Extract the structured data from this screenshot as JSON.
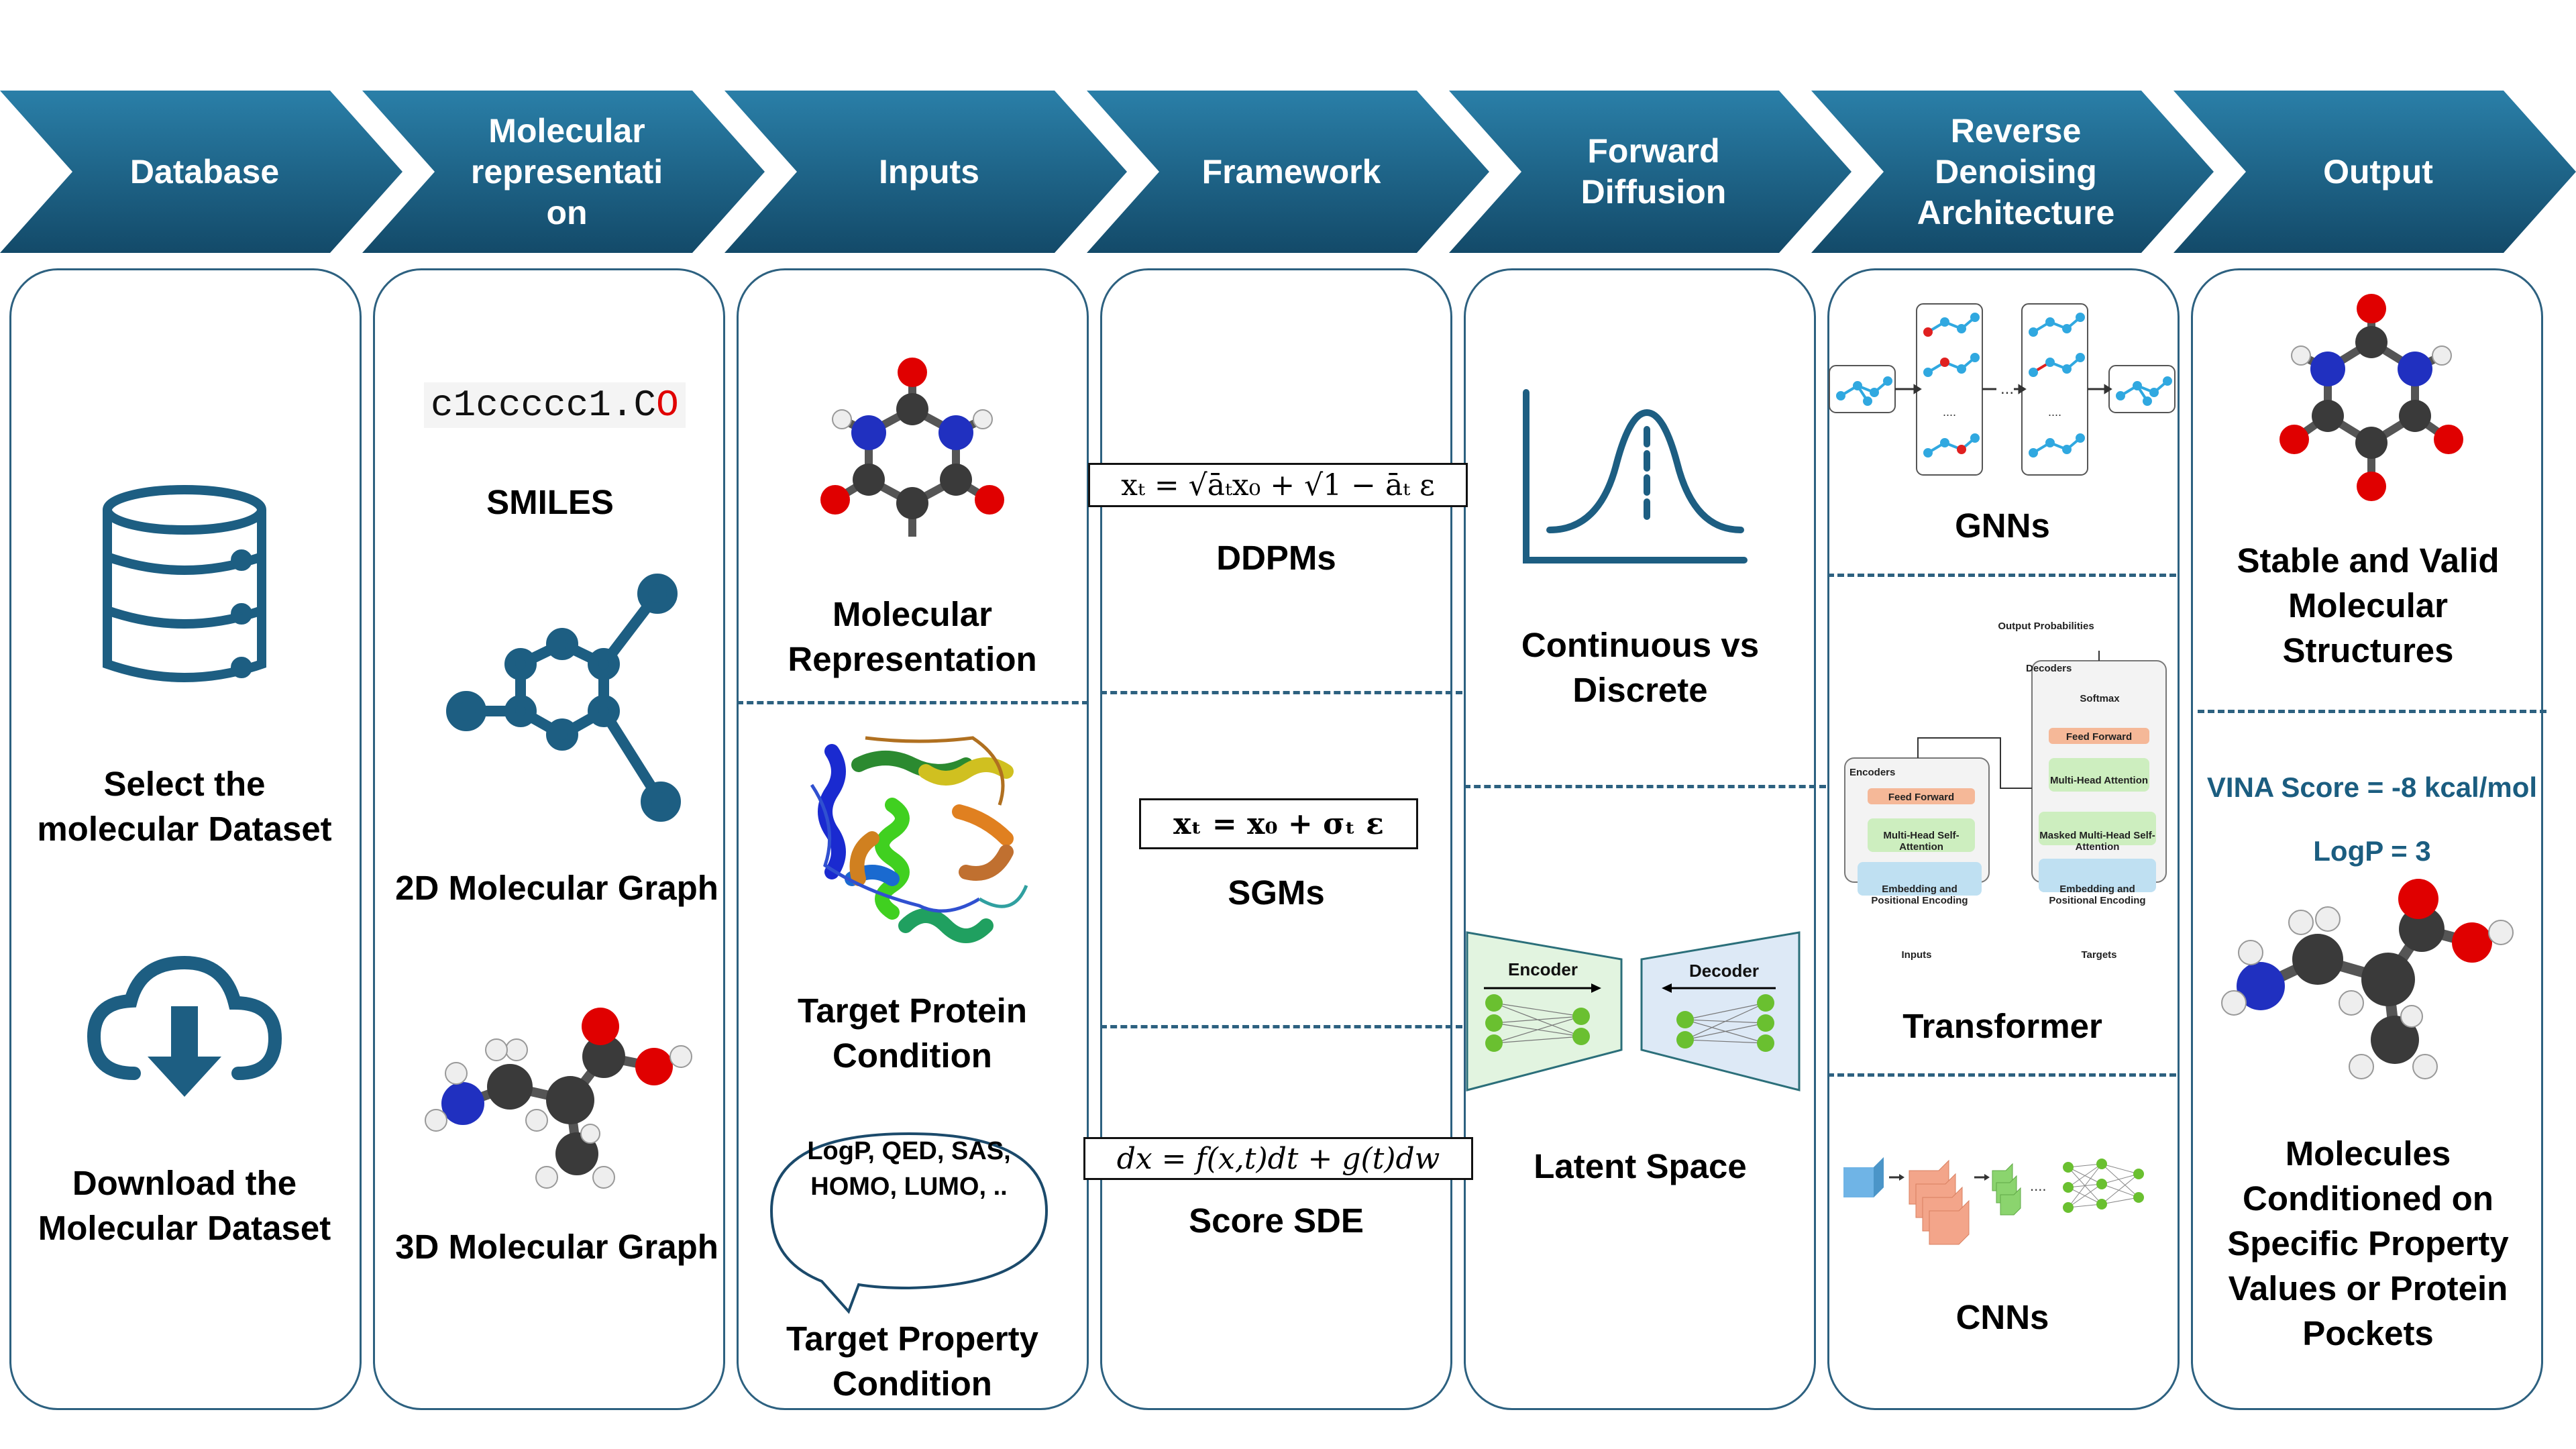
{
  "stages": [
    {
      "id": "database",
      "title": "Database"
    },
    {
      "id": "molrep",
      "title": "Molecular representati on"
    },
    {
      "id": "inputs",
      "title": "Inputs"
    },
    {
      "id": "framework",
      "title": "Framework"
    },
    {
      "id": "forward",
      "title": "Forward Diffusion"
    },
    {
      "id": "reverse",
      "title": "Reverse Denoising Architecture"
    },
    {
      "id": "output",
      "title": "Output"
    }
  ],
  "database": {
    "select_label": "Select the molecular Dataset",
    "download_label": "Download the Molecular Dataset",
    "icons": [
      "database-icon",
      "cloud-download-icon"
    ]
  },
  "molrep": {
    "smiles_code": "c1ccccc1.C",
    "smiles_code_last": "O",
    "smiles_label": "SMILES",
    "graph2d_label": "2D Molecular Graph",
    "graph3d_label": "3D Molecular Graph"
  },
  "inputs": {
    "molrep_label": "Molecular Representation",
    "protein_label": "Target Protein Condition",
    "property_bubble": "LogP, QED, SAS, HOMO, LUMO, ..",
    "property_label": "Target Property Condition"
  },
  "framework": {
    "ddpm_eq": "xₜ = √āₜx₀ + √1 − āₜ ε",
    "ddpm_label": "DDPMs",
    "sgm_eq": "xₜ = x₀ + σₜ ε",
    "sgm_label": "SGMs",
    "sde_eq": "dx = f(x,t)dt + g(t)dw",
    "sde_label": "Score SDE"
  },
  "forward": {
    "cont_label": "Continuous vs Discrete",
    "encoder_label": "Encoder",
    "decoder_label": "Decoder",
    "latent_label": "Latent Space"
  },
  "reverse": {
    "gnn_label": "GNNs",
    "transformer_label": "Transformer",
    "cnn_label": "CNNs",
    "tf": {
      "output_probs": "Output Probabilities",
      "decoders": "Decoders",
      "softmax": "Softmax",
      "feed_forward": "Feed Forward",
      "mha": "Multi-Head Attention",
      "masked_mha": "Masked Multi-Head Self-Attention",
      "embedding": "Embedding and Positional Encoding",
      "encoders": "Encoders",
      "mhsa": "Multi-Head Self-Attention",
      "inputs": "Inputs",
      "targets": "Targets"
    },
    "dots": "....."
  },
  "output": {
    "stable_label": "Stable and Valid Molecular Structures",
    "vina": "VINA Score = -8 kcal/mol",
    "logp": "LogP = 3",
    "cond_label": "Molecules Conditioned on Specific Property Values or Protein Pockets"
  },
  "colors": {
    "chevron": "#1d5e82",
    "accent": "#2d6180",
    "oxygen": "#e00000",
    "nitrogen": "#2030c0",
    "carbon": "#333333"
  }
}
